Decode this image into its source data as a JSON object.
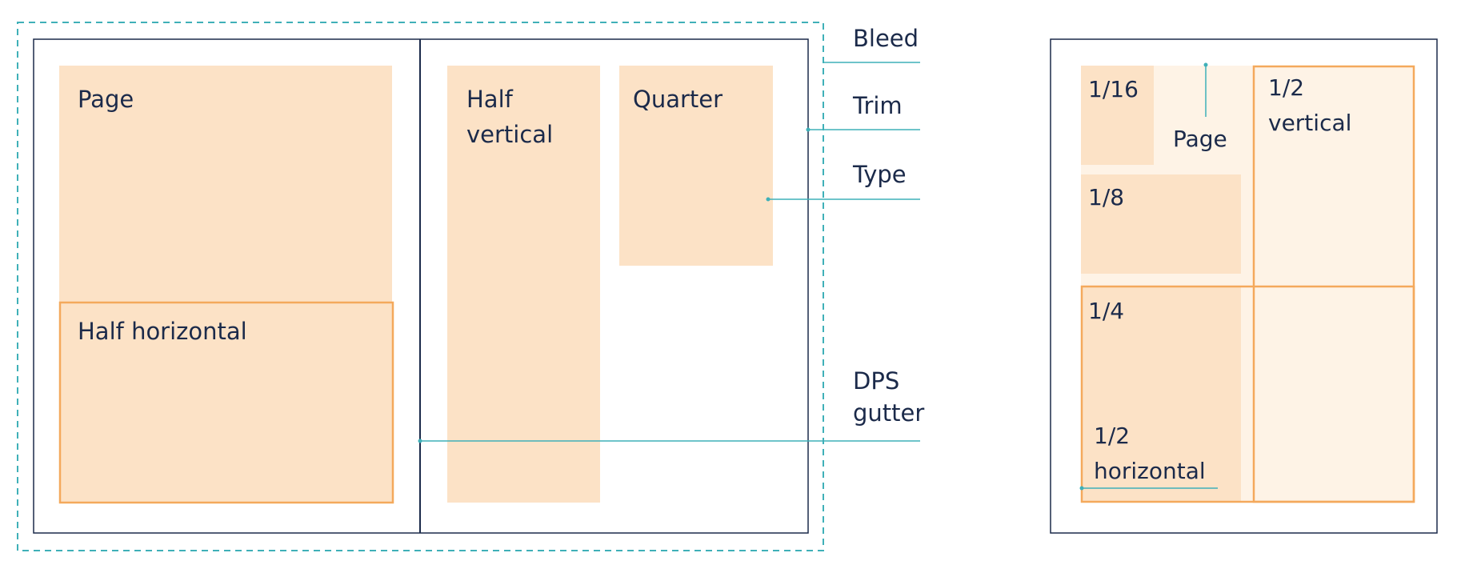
{
  "labels": {
    "bleed": "Bleed",
    "trim": "Trim",
    "type": "Type",
    "dps_line1": "DPS",
    "dps_line2": "gutter"
  },
  "left_spread": {
    "page": "Page",
    "half_horizontal": "Half horizontal",
    "half_vertical_line1": "Half",
    "half_vertical_line2": "vertical",
    "quarter": "Quarter"
  },
  "right_page": {
    "sixteenth": "1/16",
    "page": "Page",
    "eighth": "1/8",
    "half_vertical_line1": "1/2",
    "half_vertical_line2": "vertical",
    "quarter": "1/4",
    "half_horizontal_line1": "1/2",
    "half_horizontal_line2": "horizontal"
  },
  "colors": {
    "fill_dark": "#fce2c6",
    "fill_light": "#fef3e6",
    "outline_orange": "#f4a95c",
    "navy": "#1b2a4a",
    "teal": "#3fb0b8"
  }
}
